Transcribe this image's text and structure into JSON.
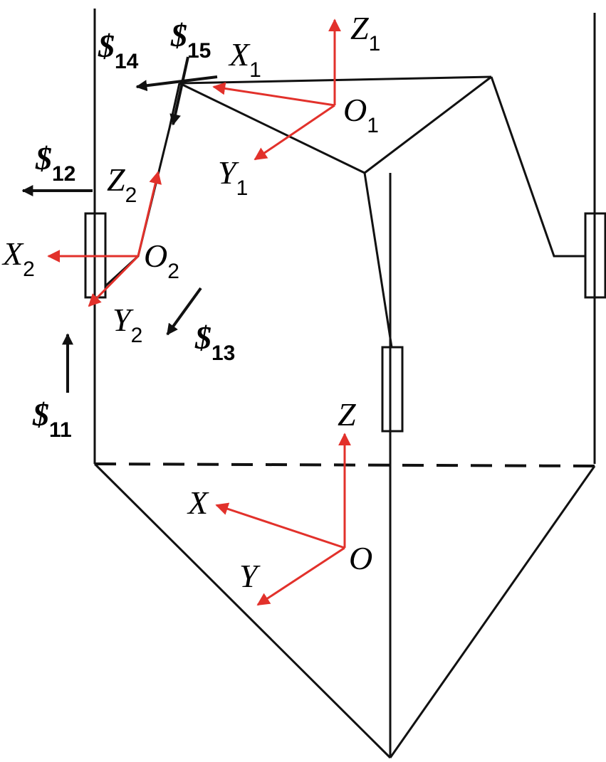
{
  "colors": {
    "ink": "#111111",
    "axis": "#e2312b"
  },
  "frames": {
    "o1": {
      "origin": "O",
      "origin_sub": "1",
      "x": "X",
      "x_sub": "1",
      "y": "Y",
      "y_sub": "1",
      "z": "Z",
      "z_sub": "1"
    },
    "o2": {
      "origin": "O",
      "origin_sub": "2",
      "x": "X",
      "x_sub": "2",
      "y": "Y",
      "y_sub": "2",
      "z": "Z",
      "z_sub": "2"
    },
    "base": {
      "origin": "O",
      "x": "X",
      "y": "Y",
      "z": "Z"
    }
  },
  "screws": {
    "s11": {
      "symbol": "$",
      "sub": "11"
    },
    "s12": {
      "symbol": "$",
      "sub": "12"
    },
    "s13": {
      "symbol": "$",
      "sub": "13"
    },
    "s14": {
      "symbol": "$",
      "sub": "14"
    },
    "s15": {
      "symbol": "$",
      "sub": "15"
    }
  }
}
